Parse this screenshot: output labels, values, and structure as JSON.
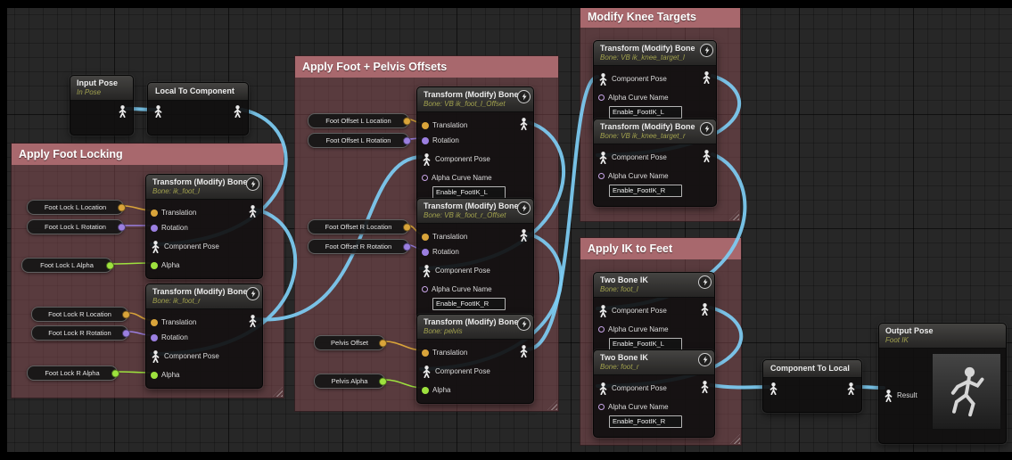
{
  "colors": {
    "wire_pose": "#7dcdf4",
    "wire_vector": "#d9a43a",
    "wire_rotator": "#9b7fe0",
    "wire_float": "#9ee23e",
    "pin_vector": "#d9a43a",
    "pin_rotator": "#9b7fe0",
    "pin_float": "#9ee23e",
    "pin_name": "#c9a6e8",
    "comment_header": "#a8686d",
    "comment_body": "rgba(150,84,90,0.45)"
  },
  "comments": {
    "knee_targets": {
      "title": "Modify Knee Targets"
    },
    "foot_pelvis_offsets": {
      "title": "Apply Foot + Pelvis Offsets"
    },
    "foot_locking": {
      "title": "Apply Foot Locking"
    },
    "ik_feet": {
      "title": "Apply IK to Feet"
    }
  },
  "pin_labels": {
    "translation": "Translation",
    "rotation": "Rotation",
    "component_pose": "Component Pose",
    "alpha": "Alpha",
    "alpha_curve_name": "Alpha Curve Name",
    "result": "Result"
  },
  "pills": {
    "foot_lock_l_location": "Foot Lock L Location",
    "foot_lock_l_rotation": "Foot Lock L Rotation",
    "foot_lock_l_alpha": "Foot Lock L Alpha",
    "foot_lock_r_location": "Foot Lock R Location",
    "foot_lock_r_rotation": "Foot Lock R Rotation",
    "foot_lock_r_alpha": "Foot Lock R Alpha",
    "foot_offset_l_location": "Foot Offset L Location",
    "foot_offset_l_rotation": "Foot Offset L Rotation",
    "foot_offset_r_location": "Foot Offset R Location",
    "foot_offset_r_rotation": "Foot Offset R Rotation",
    "pelvis_offset": "Pelvis Offset",
    "pelvis_alpha": "Pelvis Alpha"
  },
  "nodes": {
    "input_pose": {
      "title": "Input Pose",
      "subtitle": "In Pose"
    },
    "local_to_component": {
      "title": "Local To Component"
    },
    "tmb_ik_foot_l": {
      "title": "Transform (Modify) Bone",
      "subtitle": "Bone: ik_foot_l"
    },
    "tmb_ik_foot_r": {
      "title": "Transform (Modify) Bone",
      "subtitle": "Bone: ik_foot_r"
    },
    "tmb_vb_ik_foot_l_offset": {
      "title": "Transform (Modify) Bone",
      "subtitle": "Bone: VB ik_foot_l_Offset",
      "curve_name": "Enable_FootIK_L"
    },
    "tmb_vb_ik_foot_r_offset": {
      "title": "Transform (Modify) Bone",
      "subtitle": "Bone: VB ik_foot_r_Offset",
      "curve_name": "Enable_FootIK_R"
    },
    "tmb_pelvis": {
      "title": "Transform (Modify) Bone",
      "subtitle": "Bone: pelvis"
    },
    "tmb_vb_ik_knee_target_l": {
      "title": "Transform (Modify) Bone",
      "subtitle": "Bone: VB ik_knee_target_l",
      "curve_name": "Enable_FootIK_L"
    },
    "tmb_vb_ik_knee_target_r": {
      "title": "Transform (Modify) Bone",
      "subtitle": "Bone: VB ik_knee_target_r",
      "curve_name": "Enable_FootIK_R"
    },
    "two_bone_ik_foot_l": {
      "title": "Two Bone IK",
      "subtitle": "Bone: foot_l",
      "curve_name": "Enable_FootIK_L"
    },
    "two_bone_ik_foot_r": {
      "title": "Two Bone IK",
      "subtitle": "Bone: foot_r",
      "curve_name": "Enable_FootIK_R"
    },
    "component_to_local": {
      "title": "Component To Local"
    },
    "output_pose": {
      "title": "Output Pose",
      "subtitle": "Foot IK"
    }
  }
}
